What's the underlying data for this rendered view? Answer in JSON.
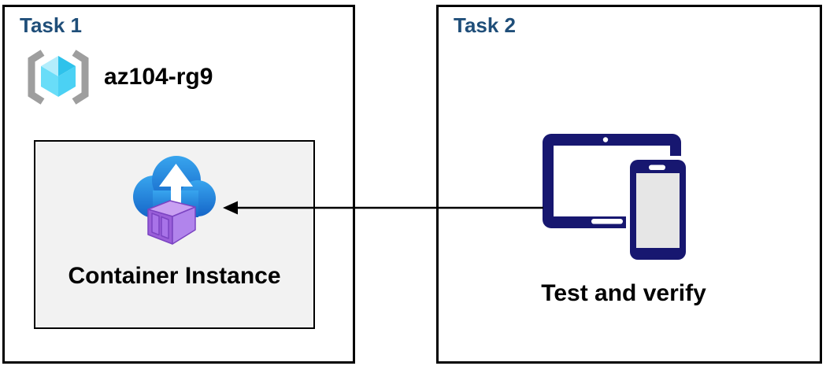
{
  "task1": {
    "title": "Task 1",
    "resource_group": {
      "icon": "resource-group-icon",
      "name": "az104-rg9"
    },
    "container": {
      "icon": "container-instance-icon",
      "label": "Container Instance"
    }
  },
  "task2": {
    "title": "Task 2",
    "device": {
      "icon": "devices-icon",
      "label": "Test and verify"
    }
  },
  "connector": {
    "type": "arrow",
    "direction": "right-to-left",
    "from": "devices-icon",
    "to": "container-instance-icon"
  },
  "colors": {
    "title_navy": "#1F4E79",
    "label_black": "#000000",
    "box_border": "#000000",
    "container_box_fill": "#F2F2F2",
    "device_navy": "#171770",
    "cloud_blue_top": "#38A5EE",
    "cloud_blue_bottom": "#1565C8",
    "container_purple_front": "#A873E8",
    "container_purple_side": "#B184EC",
    "container_purple_top": "#C9A0F2",
    "cube_cyan_light": "#B3EDFC",
    "cube_cyan_dark": "#2EC2EB",
    "bracket_gray": "#9E9E9E",
    "phone_screen_gray": "#E6E6E6"
  }
}
